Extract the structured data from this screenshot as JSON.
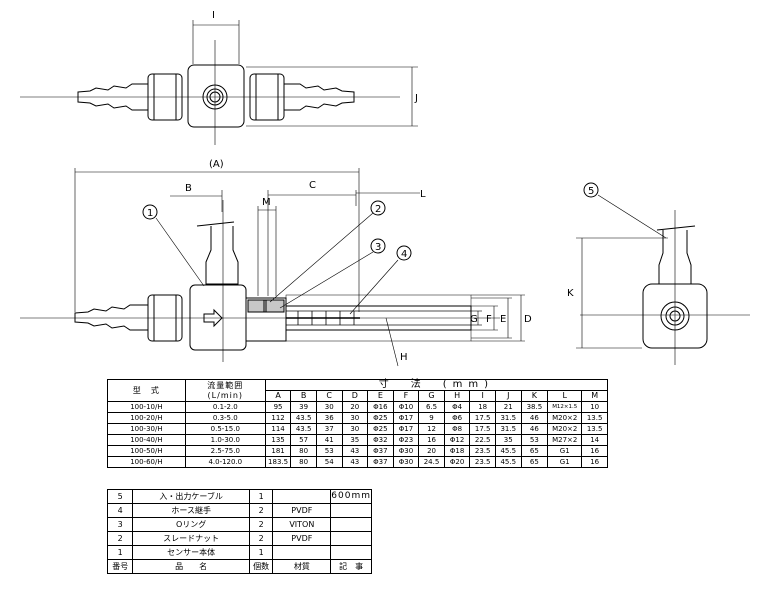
{
  "drawing": {
    "top_view_dim": "I",
    "top_view_side_dim": "J",
    "front_dims": [
      "(A)",
      "B",
      "C",
      "M",
      "L",
      "G",
      "F",
      "E",
      "D",
      "H"
    ],
    "side_dim": "K",
    "callouts": [
      "1",
      "2",
      "3",
      "4",
      "5"
    ]
  },
  "dimension_table": {
    "col_model": "型　式",
    "col_flow": "流量範囲",
    "col_flow_unit": "(L/min)",
    "col_dims": "寸　法　(mm)",
    "letters": [
      "A",
      "B",
      "C",
      "D",
      "E",
      "F",
      "G",
      "H",
      "I",
      "J",
      "K",
      "L",
      "M"
    ],
    "rows": [
      {
        "model": "100-10/H",
        "flow": "0.1-2.0",
        "vals": [
          "95",
          "39",
          "30",
          "20",
          "Φ16",
          "Φ10",
          "6.5",
          "Φ4",
          "18",
          "21",
          "38.5",
          "M12×1.5",
          "10"
        ]
      },
      {
        "model": "100-20/H",
        "flow": "0.3-5.0",
        "vals": [
          "112",
          "43.5",
          "36",
          "30",
          "Φ25",
          "Φ17",
          "9",
          "Φ6",
          "17.5",
          "31.5",
          "46",
          "M20×2",
          "13.5"
        ]
      },
      {
        "model": "100-30/H",
        "flow": "0.5-15.0",
        "vals": [
          "114",
          "43.5",
          "37",
          "30",
          "Φ25",
          "Φ17",
          "12",
          "Φ8",
          "17.5",
          "31.5",
          "46",
          "M20×2",
          "13.5"
        ]
      },
      {
        "model": "100-40/H",
        "flow": "1.0-30.0",
        "vals": [
          "135",
          "57",
          "41",
          "35",
          "Φ32",
          "Φ23",
          "16",
          "Φ12",
          "22.5",
          "35",
          "53",
          "M27×2",
          "14"
        ]
      },
      {
        "model": "100-50/H",
        "flow": "2.5-75.0",
        "vals": [
          "181",
          "80",
          "53",
          "43",
          "Φ37",
          "Φ30",
          "20",
          "Φ18",
          "23.5",
          "45.5",
          "65",
          "G1",
          "16"
        ]
      },
      {
        "model": "100-60/H",
        "flow": "4.0-120.0",
        "vals": [
          "183.5",
          "80",
          "54",
          "43",
          "Φ37",
          "Φ30",
          "24.5",
          "Φ20",
          "23.5",
          "45.5",
          "65",
          "G1",
          "16"
        ]
      }
    ]
  },
  "parts_table": {
    "rows": [
      {
        "no": "5",
        "name": "入・出力ケーブル",
        "qty": "1",
        "material": "",
        "memo": "600mm"
      },
      {
        "no": "4",
        "name": "ホース継手",
        "qty": "2",
        "material": "PVDF",
        "memo": ""
      },
      {
        "no": "3",
        "name": "Oリング",
        "qty": "2",
        "material": "VITON",
        "memo": ""
      },
      {
        "no": "2",
        "name": "スレードナット",
        "qty": "2",
        "material": "PVDF",
        "memo": ""
      },
      {
        "no": "1",
        "name": "センサー本体",
        "qty": "1",
        "material": "",
        "memo": ""
      }
    ],
    "header": {
      "no": "番号",
      "name": "品　　名",
      "qty": "個数",
      "material": "材質",
      "memo": "記　事"
    }
  }
}
